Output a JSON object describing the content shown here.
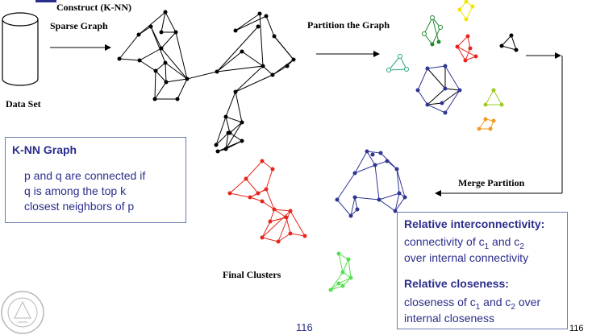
{
  "labels": {
    "construct": "Construct (K-NN)",
    "sparse_graph": "Sparse Graph",
    "partition_graph": "Partition the Graph",
    "data_set": "Data Set",
    "merge_partition": "Merge Partition",
    "final_clusters": "Final Clusters"
  },
  "knn_box": {
    "title": "K-NN Graph",
    "lines": [
      "p and q are connected if",
      "q is among the top k",
      "closest neighbors of p"
    ]
  },
  "relative_box": {
    "interconnectivity_title": "Relative interconnectivity:",
    "interconnectivity_line1_a": "connectivity of c",
    "sub1": "1",
    "and": " and c",
    "sub2": "2",
    "interconnectivity_line2": "over internal connectivity",
    "closeness_title": "Relative closeness:",
    "closeness_line1_a": "closeness of c",
    "closeness_line1_b": " over",
    "closeness_line2": "internal closeness"
  },
  "footer": {
    "page_center": "116",
    "page_right": "116"
  },
  "colors": {
    "text_blue": "#2b2d8c",
    "red_cluster": "#e8251b",
    "blue_cluster": "#2f3592",
    "green_cluster": "#55e04d",
    "yellow": "#f2e600",
    "orange": "#f29a22",
    "lime": "#9ccc22",
    "teal": "#26a87a"
  },
  "icons": [
    "database-cylinder-icon",
    "university-seal-icon"
  ]
}
